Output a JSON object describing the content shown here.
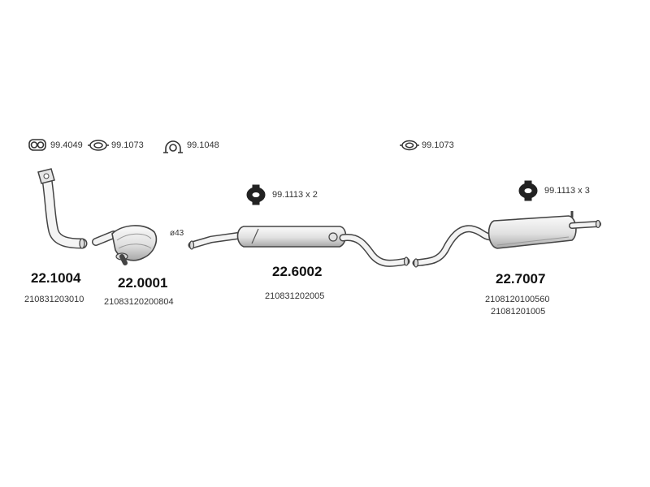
{
  "accessories": [
    {
      "code": "99.4049",
      "icon": "gasket-icon"
    },
    {
      "code": "99.1073",
      "icon": "ring-icon"
    },
    {
      "code": "99.1048",
      "icon": "clamp-icon"
    },
    {
      "code": "99.1073",
      "icon": "ring-icon"
    },
    {
      "code": "99.1113 x 2",
      "icon": "rubber-hanger-icon"
    },
    {
      "code": "99.1113 x 3",
      "icon": "rubber-hanger-icon"
    }
  ],
  "parts": [
    {
      "number": "22.1004",
      "oem": [
        "210831203010"
      ],
      "name_icon": "front-pipe-icon"
    },
    {
      "number": "22.0001",
      "oem": [
        "21083120200804"
      ],
      "name_icon": "catalytic-converter-icon"
    },
    {
      "number": "22.6002",
      "oem": [
        "210831202005"
      ],
      "name_icon": "middle-silencer-icon"
    },
    {
      "number": "22.7007",
      "oem": [
        "2108120100560",
        "21081201005"
      ],
      "name_icon": "rear-silencer-icon"
    }
  ],
  "diameter_label": "ø43",
  "colors": {
    "line": "#444444",
    "fill_light": "#f2f2f2",
    "fill_shade": "#bdbdbd"
  }
}
